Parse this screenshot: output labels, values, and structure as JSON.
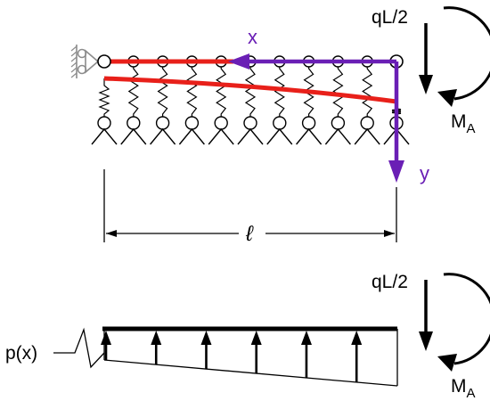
{
  "colors": {
    "beam": "#e8201a",
    "axis": "#6a1fb5",
    "ink": "#000000",
    "support": "#8c8c8c"
  },
  "top_figure": {
    "x_axis_label": "x",
    "y_axis_label": "y",
    "load_label": "qL/2",
    "moment_label": "M",
    "moment_subscript": "A",
    "span_label": "ℓ",
    "spring_count": 10
  },
  "bottom_figure": {
    "load_label": "qL/2",
    "moment_label": "M",
    "moment_subscript": "A",
    "distributed_label": "p(x)",
    "reaction_arrow_count": 6
  }
}
